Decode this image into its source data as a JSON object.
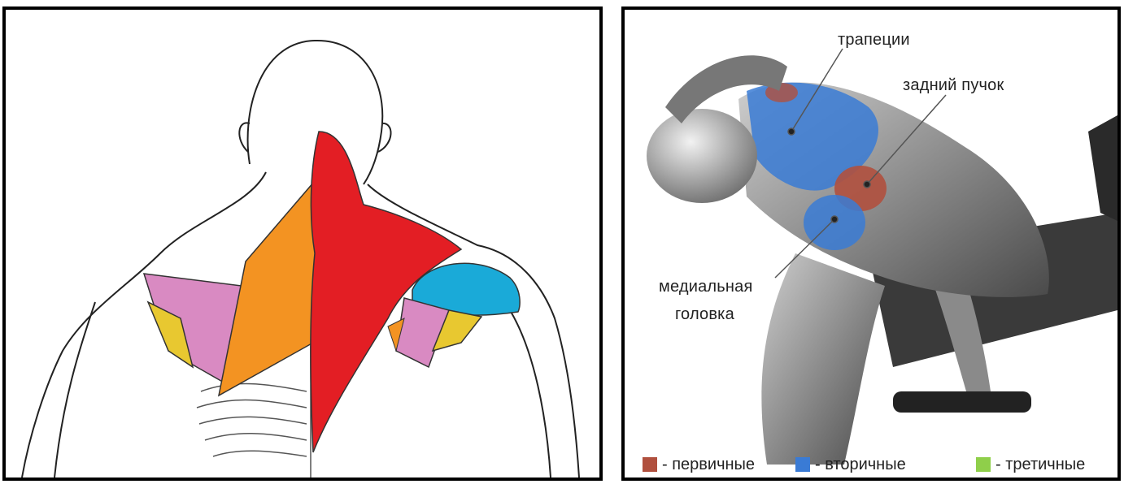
{
  "colors": {
    "primary": "#b0503e",
    "secondary": "#3a7bd5",
    "tertiary": "#8fcf4a",
    "trapezius_red": "#e31e24",
    "rhomboid_orange": "#f39322",
    "infraspinatus_pink": "#d98ac2",
    "rear_delt_cyan": "#1aaad8",
    "teres_yellow": "#e8c830"
  },
  "right": {
    "labels": {
      "trapezius": "трапеции",
      "rear_delt": "задний пучок",
      "medial_head_1": "медиальная",
      "medial_head_2": "головка"
    },
    "legend": {
      "primary": "- первичные",
      "secondary": "- вторичные",
      "tertiary": "- третичные"
    }
  }
}
